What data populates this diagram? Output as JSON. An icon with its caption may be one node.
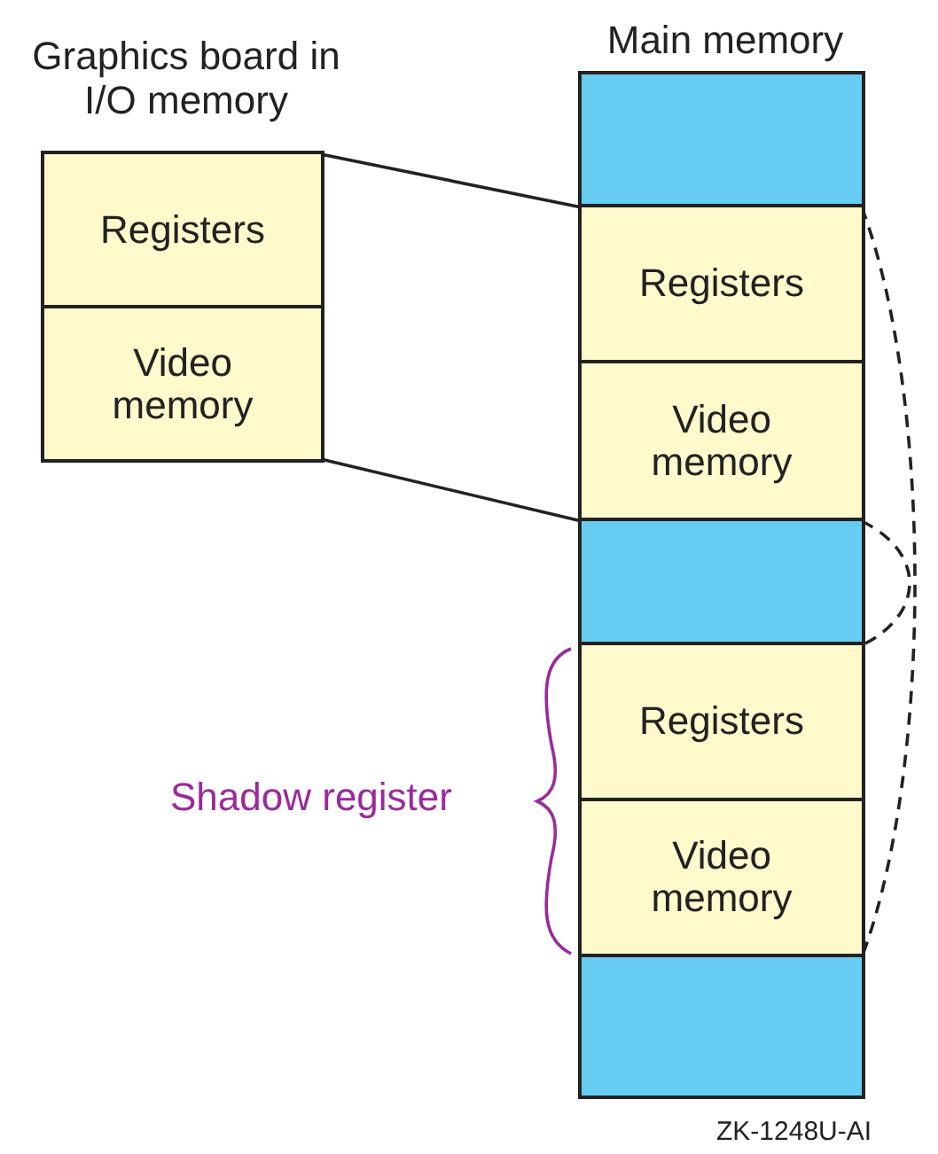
{
  "diagram": {
    "nodes": [
      {
        "text": [
          "Graphics board in I/O memory"
        ]
      },
      {
        "text": [
          "Registers"
        ],
        "in": 0
      },
      {
        "text": [
          "Video memory"
        ],
        "in": 0
      },
      {
        "text": [
          "Main memory"
        ]
      },
      {
        "text": [],
        "shape": "box",
        "in": 3
      },
      {
        "text": [
          "Registers"
        ],
        "in": 3
      },
      {
        "text": [
          "Video memory"
        ],
        "in": 3
      },
      {
        "text": [],
        "shape": "box",
        "in": 3
      },
      {
        "text": [
          "Registers"
        ],
        "in": 3
      },
      {
        "text": [
          "Video memory"
        ],
        "in": 3
      },
      {
        "text": [],
        "shape": "box",
        "in": 3
      }
    ],
    "edges": [
      {
        "from": 1,
        "to": 5,
        "arrow": "none"
      },
      {
        "from": 2,
        "to": 6,
        "arrow": "none"
      },
      {
        "from": 5,
        "to": 9,
        "arrow": "none",
        "style": "dashed"
      },
      {
        "from": 6,
        "to": 8,
        "arrow": "none",
        "style": "dashed"
      }
    ],
    "labels": [
      "Shadow register",
      "ZK-1248U-AI"
    ]
  }
}
